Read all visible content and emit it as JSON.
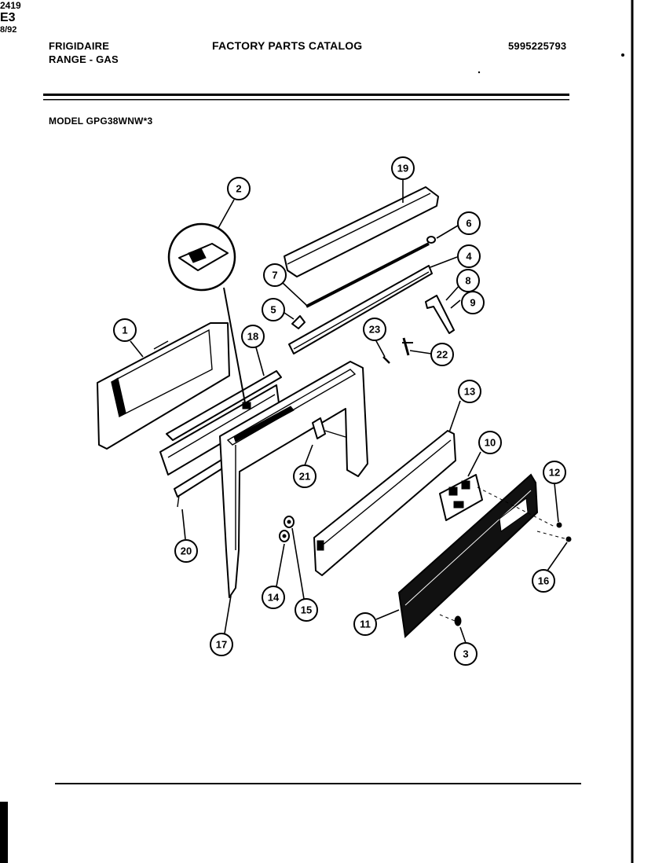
{
  "header": {
    "brand_line1": "FRIGIDAIRE",
    "brand_line2": "RANGE - GAS",
    "catalog_title": "FACTORY PARTS CATALOG",
    "catalog_number": "5995225793",
    "model": "MODEL GPG38WNW*3"
  },
  "footer": {
    "drawing_number": "2419",
    "page": "E3",
    "date": "8/92"
  },
  "callouts": [
    "1",
    "2",
    "3",
    "4",
    "5",
    "6",
    "7",
    "8",
    "9",
    "10",
    "11",
    "12",
    "13",
    "14",
    "15",
    "16",
    "17",
    "18",
    "19",
    "20",
    "21",
    "22",
    "23"
  ]
}
